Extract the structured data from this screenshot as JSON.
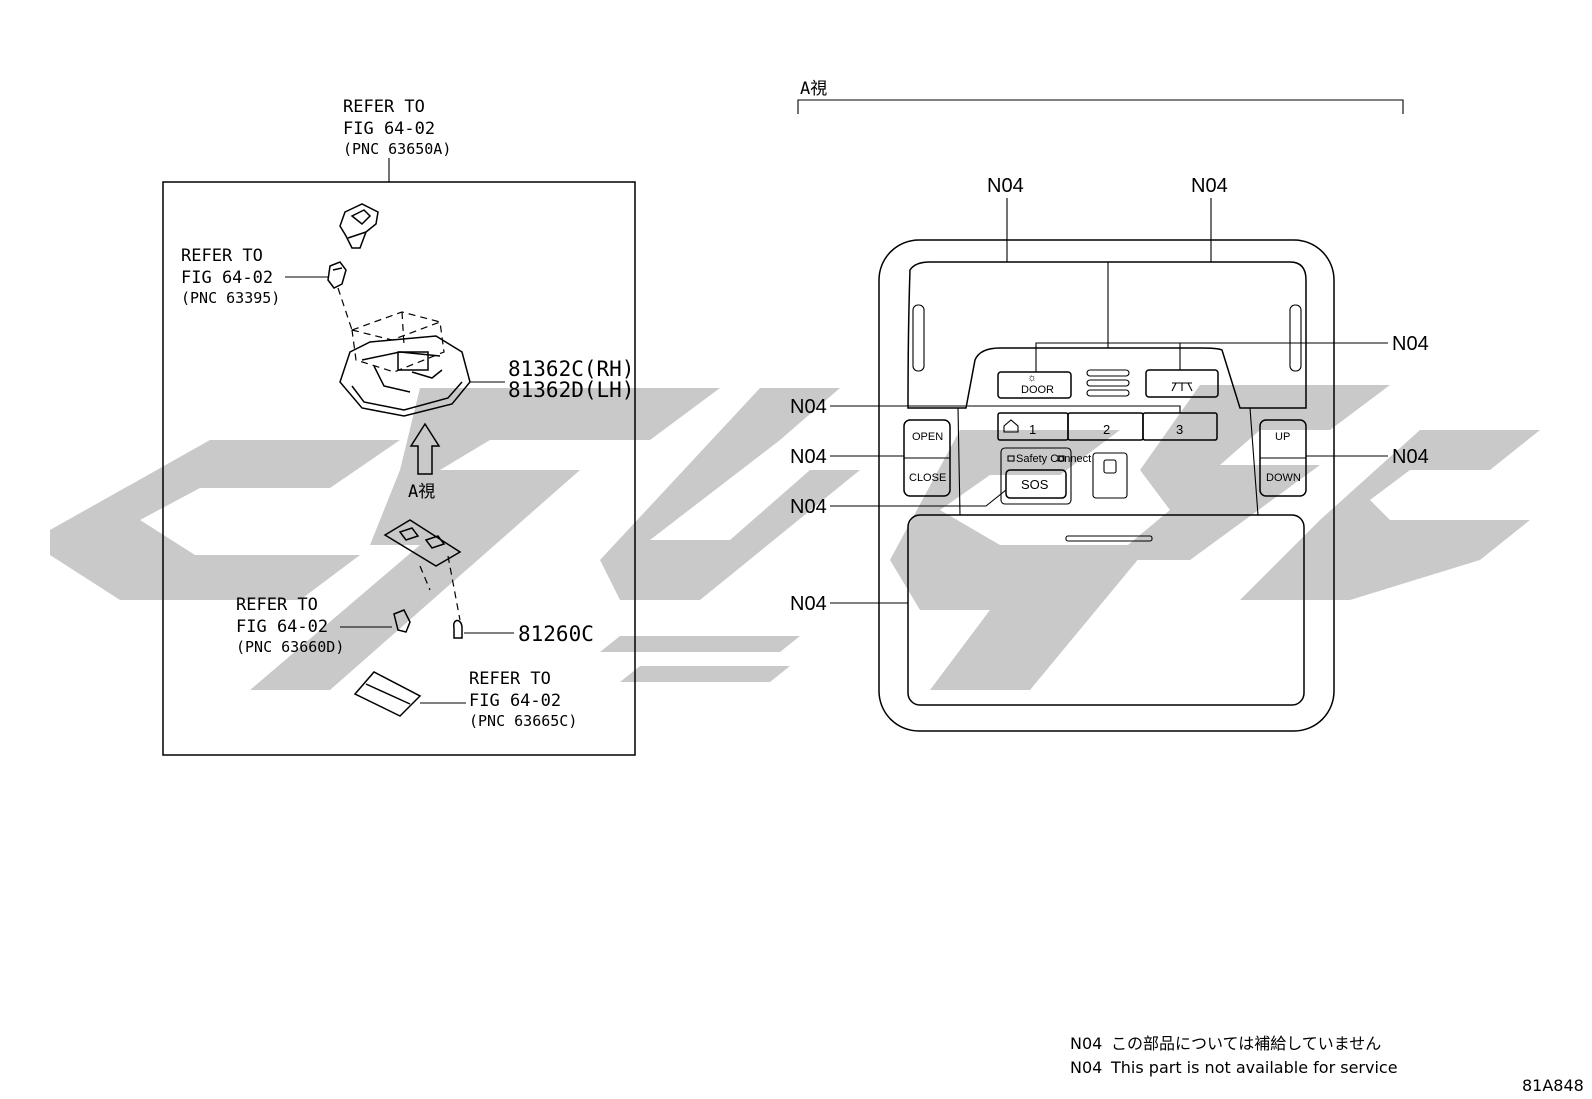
{
  "left_panel": {
    "top_ref": {
      "line1": "REFER TO",
      "line2": "FIG 64-02",
      "line3": "(PNC 63650A)"
    },
    "ref_63395": {
      "line1": "REFER TO",
      "line2": "FIG 64-02",
      "line3": "(PNC 63395)"
    },
    "part_rh": "81362C(RH)",
    "part_lh": "81362D(LH)",
    "view_label": "A視",
    "ref_63660d": {
      "line1": "REFER TO",
      "line2": "FIG 64-02",
      "line3": "(PNC 63660D)"
    },
    "part_bulb": "81260C",
    "ref_63665c": {
      "line1": "REFER TO",
      "line2": "FIG 64-02",
      "line3": "(PNC 63665C)"
    }
  },
  "right_panel": {
    "view_label": "A視",
    "callout": "N04",
    "buttons": {
      "door_top": "☼",
      "door": "DOOR",
      "open": "OPEN",
      "close": "CLOSE",
      "up": "UP",
      "down": "DOWN",
      "home_1": "1",
      "home_2": "2",
      "home_3": "3",
      "safety_connect": "Safety Connect",
      "sos": "SOS"
    }
  },
  "footer": {
    "note_jp_code": "N04",
    "note_jp": "この部品については補給していません",
    "note_en_code": "N04",
    "note_en": "This part is not available for service",
    "figure_id": "81A848"
  },
  "colors": {
    "watermark": "#c9c9c9",
    "line": "#000000",
    "panel_gray": "#e6e6e6"
  },
  "icons": [
    "arrow-up-icon",
    "home-icon",
    "map-light-icon",
    "vent-grille-icon",
    "clip-icon",
    "bulb-icon"
  ]
}
